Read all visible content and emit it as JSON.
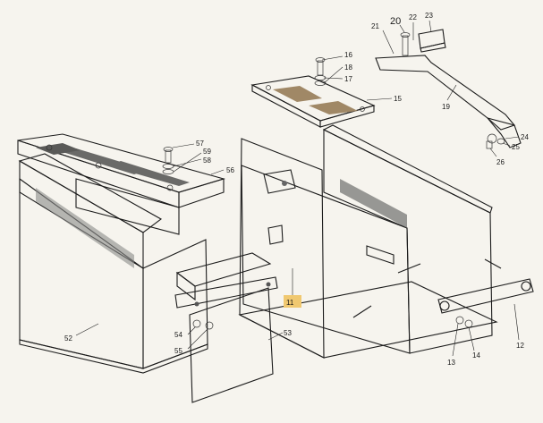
{
  "colors": {
    "paper": "#f6f4ee",
    "tan": "#e4c2a0",
    "tan_dark": "#c99c74",
    "metal_light": "#e8e8e6",
    "metal_mid": "#bdbdbb",
    "metal_dark": "#6f6f6d",
    "plate_dark": "#3a3a38",
    "highlight": "#f0c870"
  },
  "callouts": [
    {
      "id": "c11",
      "text": "11"
    },
    {
      "id": "c12",
      "text": "12"
    },
    {
      "id": "c13",
      "text": "13"
    },
    {
      "id": "c14",
      "text": "14"
    },
    {
      "id": "c15",
      "text": "15"
    },
    {
      "id": "c16",
      "text": "16"
    },
    {
      "id": "c17",
      "text": "17"
    },
    {
      "id": "c18",
      "text": "18"
    },
    {
      "id": "c19",
      "text": "19"
    },
    {
      "id": "c20",
      "text": "20"
    },
    {
      "id": "c21",
      "text": "21"
    },
    {
      "id": "c22",
      "text": "22"
    },
    {
      "id": "c23",
      "text": "23"
    },
    {
      "id": "c24",
      "text": "24"
    },
    {
      "id": "c25",
      "text": "25"
    },
    {
      "id": "c26",
      "text": "26"
    },
    {
      "id": "c52",
      "text": "52"
    },
    {
      "id": "c53",
      "text": "53"
    },
    {
      "id": "c54",
      "text": "54"
    },
    {
      "id": "c55",
      "text": "55"
    },
    {
      "id": "c56",
      "text": "56"
    },
    {
      "id": "c57",
      "text": "57"
    },
    {
      "id": "c58",
      "text": "58"
    },
    {
      "id": "c59",
      "text": "59"
    }
  ]
}
